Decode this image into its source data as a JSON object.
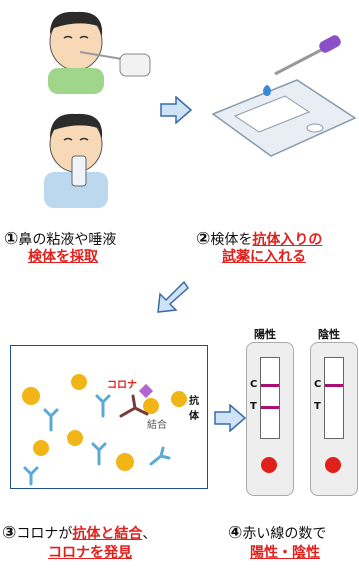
{
  "steps": [
    {
      "num": "①",
      "text": "鼻の粘液や唾液",
      "emph": "検体を採取"
    },
    {
      "num": "②",
      "text": "検体を",
      "emph": "抗体入りの",
      "emph2": "試薬に入れる"
    },
    {
      "num": "③",
      "text": "コロナが",
      "emph": "抗体と結合",
      "text2": "、",
      "emph2": "コロナを発見"
    },
    {
      "num": "④",
      "text": "赤い線の数で",
      "emph": "陽性・陰性"
    }
  ],
  "diagram": {
    "corona_label": "コロナ",
    "antibody_label": "抗体",
    "binding_label": "結合"
  },
  "results": {
    "positive": "陽性",
    "negative": "陰性",
    "c_mark": "C",
    "t_mark": "T"
  },
  "colors": {
    "accent": "#e0201b",
    "virus": "#f2b517",
    "antibody": "#5aa9d6",
    "arrow": "#cfe3f7",
    "line": "#a8126e"
  }
}
